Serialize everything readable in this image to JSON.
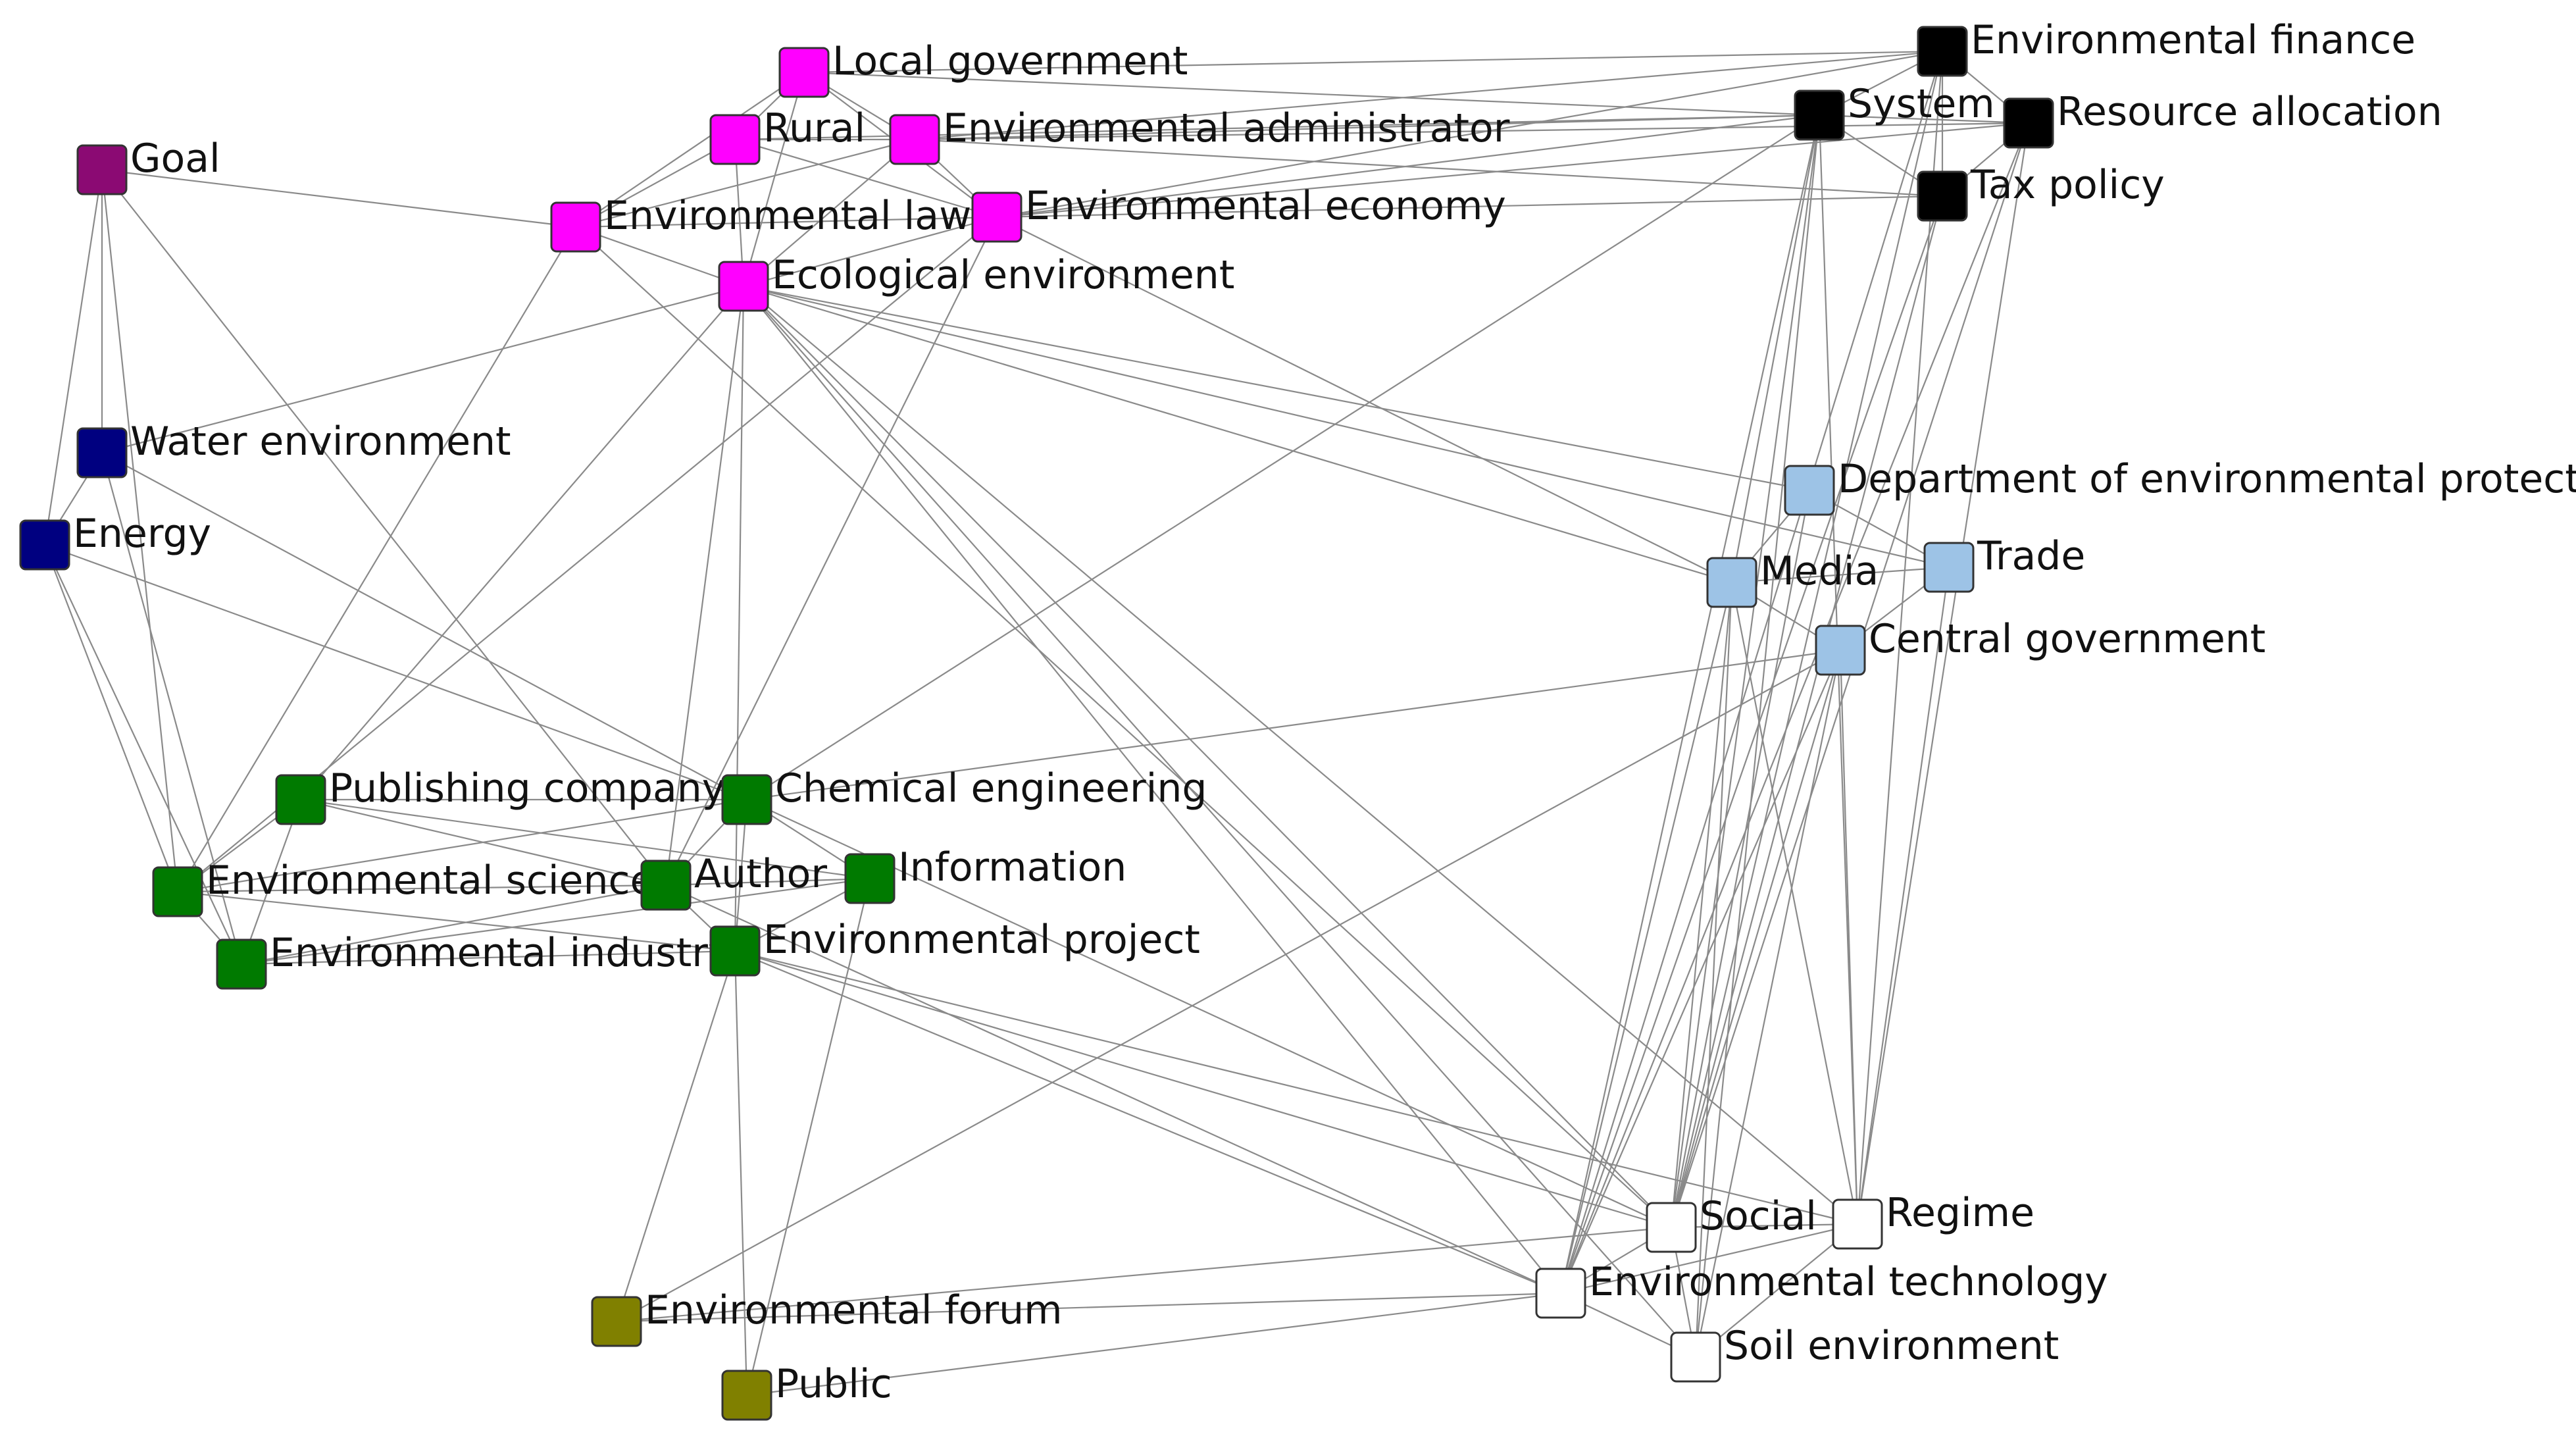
{
  "colors": {
    "magenta": "#ff00ff",
    "black": "#000000",
    "purple": "#8b0a73",
    "navy": "#000080",
    "green": "#007a00",
    "olive": "#808000",
    "lightblue": "#9dc3e6",
    "white": "#ffffff",
    "edge": "#8a8a8a"
  },
  "nodes": [
    {
      "id": "local-government",
      "label": "Local government",
      "group": "magenta"
    },
    {
      "id": "rural",
      "label": "Rural",
      "group": "magenta"
    },
    {
      "id": "environmental-administrator",
      "label": "Environmental administrator",
      "group": "magenta"
    },
    {
      "id": "environmental-law",
      "label": "Environmental law",
      "group": "magenta"
    },
    {
      "id": "environmental-economy",
      "label": "Environmental economy",
      "group": "magenta"
    },
    {
      "id": "ecological-environment",
      "label": "Ecological environment",
      "group": "magenta"
    },
    {
      "id": "goal",
      "label": "Goal",
      "group": "purple"
    },
    {
      "id": "water-environment",
      "label": "Water environment",
      "group": "navy"
    },
    {
      "id": "energy",
      "label": "Energy",
      "group": "navy"
    },
    {
      "id": "environmental-finance",
      "label": "Environmental finance",
      "group": "black"
    },
    {
      "id": "system",
      "label": "System",
      "group": "black"
    },
    {
      "id": "resource-allocation",
      "label": "Resource allocation",
      "group": "black"
    },
    {
      "id": "tax-policy",
      "label": "Tax policy",
      "group": "black"
    },
    {
      "id": "department-of-environmental-protection",
      "label": "Department of environmental protection",
      "group": "lightblue"
    },
    {
      "id": "media",
      "label": "Media",
      "group": "lightblue"
    },
    {
      "id": "trade",
      "label": "Trade",
      "group": "lightblue"
    },
    {
      "id": "central-government",
      "label": "Central government",
      "group": "lightblue"
    },
    {
      "id": "publishing-company",
      "label": "Publishing company",
      "group": "green"
    },
    {
      "id": "chemical-engineering",
      "label": "Chemical engineering",
      "group": "green"
    },
    {
      "id": "environmental-science",
      "label": "Environmental science",
      "group": "green"
    },
    {
      "id": "author",
      "label": "Author",
      "group": "green"
    },
    {
      "id": "information",
      "label": "Information",
      "group": "green"
    },
    {
      "id": "environmental-industry",
      "label": "Environmental industry",
      "group": "green"
    },
    {
      "id": "environmental-project",
      "label": "Environmental project",
      "group": "green"
    },
    {
      "id": "environmental-forum",
      "label": "Environmental forum",
      "group": "olive"
    },
    {
      "id": "public",
      "label": "Public",
      "group": "olive"
    },
    {
      "id": "social",
      "label": "Social",
      "group": "white"
    },
    {
      "id": "regime",
      "label": "Regime",
      "group": "white"
    },
    {
      "id": "environmental-technology",
      "label": "Environmental technology",
      "group": "white"
    },
    {
      "id": "soil-environment",
      "label": "Soil environment",
      "group": "white"
    }
  ],
  "edges": [
    [
      "local-government",
      "environmental-finance"
    ],
    [
      "local-government",
      "system"
    ],
    [
      "local-government",
      "rural"
    ],
    [
      "local-government",
      "environmental-administrator"
    ],
    [
      "local-government",
      "environmental-law"
    ],
    [
      "local-government",
      "environmental-economy"
    ],
    [
      "local-government",
      "ecological-environment"
    ],
    [
      "rural",
      "environmental-administrator"
    ],
    [
      "rural",
      "environmental-law"
    ],
    [
      "rural",
      "environmental-economy"
    ],
    [
      "rural",
      "ecological-environment"
    ],
    [
      "rural",
      "system"
    ],
    [
      "environmental-administrator",
      "environmental-finance"
    ],
    [
      "environmental-administrator",
      "system"
    ],
    [
      "environmental-administrator",
      "resource-allocation"
    ],
    [
      "environmental-administrator",
      "tax-policy"
    ],
    [
      "environmental-administrator",
      "environmental-law"
    ],
    [
      "environmental-administrator",
      "environmental-economy"
    ],
    [
      "environmental-administrator",
      "ecological-environment"
    ],
    [
      "environmental-economy",
      "environmental-finance"
    ],
    [
      "environmental-economy",
      "system"
    ],
    [
      "environmental-economy",
      "resource-allocation"
    ],
    [
      "environmental-economy",
      "tax-policy"
    ],
    [
      "environmental-economy",
      "environmental-law"
    ],
    [
      "environmental-economy",
      "ecological-environment"
    ],
    [
      "environmental-economy",
      "environmental-science"
    ],
    [
      "environmental-economy",
      "author"
    ],
    [
      "environmental-law",
      "goal"
    ],
    [
      "environmental-law",
      "ecological-environment"
    ],
    [
      "environmental-law",
      "environmental-science"
    ],
    [
      "environmental-law",
      "social"
    ],
    [
      "ecological-environment",
      "water-environment"
    ],
    [
      "ecological-environment",
      "media"
    ],
    [
      "ecological-environment",
      "trade"
    ],
    [
      "ecological-environment",
      "department-of-environmental-protection"
    ],
    [
      "ecological-environment",
      "environmental-project"
    ],
    [
      "ecological-environment",
      "author"
    ],
    [
      "ecological-environment",
      "social"
    ],
    [
      "ecological-environment",
      "regime"
    ],
    [
      "ecological-environment",
      "environmental-technology"
    ],
    [
      "ecological-environment",
      "soil-environment"
    ],
    [
      "ecological-environment",
      "publishing-company"
    ],
    [
      "goal",
      "water-environment"
    ],
    [
      "goal",
      "energy"
    ],
    [
      "goal",
      "environmental-science"
    ],
    [
      "goal",
      "author"
    ],
    [
      "water-environment",
      "energy"
    ],
    [
      "water-environment",
      "environmental-industry"
    ],
    [
      "water-environment",
      "chemical-engineering"
    ],
    [
      "energy",
      "environmental-science"
    ],
    [
      "energy",
      "environmental-industry"
    ],
    [
      "energy",
      "chemical-engineering"
    ],
    [
      "environmental-finance",
      "system"
    ],
    [
      "environmental-finance",
      "resource-allocation"
    ],
    [
      "environmental-finance",
      "tax-policy"
    ],
    [
      "environmental-finance",
      "social"
    ],
    [
      "environmental-finance",
      "regime"
    ],
    [
      "environmental-finance",
      "environmental-technology"
    ],
    [
      "system",
      "resource-allocation"
    ],
    [
      "system",
      "tax-policy"
    ],
    [
      "system",
      "media"
    ],
    [
      "system",
      "social"
    ],
    [
      "system",
      "regime"
    ],
    [
      "system",
      "environmental-technology"
    ],
    [
      "system",
      "soil-environment"
    ],
    [
      "system",
      "chemical-engineering"
    ],
    [
      "resource-allocation",
      "tax-policy"
    ],
    [
      "resource-allocation",
      "social"
    ],
    [
      "resource-allocation",
      "regime"
    ],
    [
      "resource-allocation",
      "environmental-technology"
    ],
    [
      "tax-policy",
      "social"
    ],
    [
      "tax-policy",
      "environmental-technology"
    ],
    [
      "department-of-environmental-protection",
      "media"
    ],
    [
      "department-of-environmental-protection",
      "trade"
    ],
    [
      "department-of-environmental-protection",
      "social"
    ],
    [
      "media",
      "trade"
    ],
    [
      "media",
      "central-government"
    ],
    [
      "media",
      "social"
    ],
    [
      "media",
      "regime"
    ],
    [
      "media",
      "environmental-technology"
    ],
    [
      "media",
      "soil-environment"
    ],
    [
      "media",
      "environmental-economy"
    ],
    [
      "trade",
      "central-government"
    ],
    [
      "trade",
      "regime"
    ],
    [
      "central-government",
      "social"
    ],
    [
      "central-government",
      "regime"
    ],
    [
      "central-government",
      "environmental-technology"
    ],
    [
      "central-government",
      "soil-environment"
    ],
    [
      "central-government",
      "chemical-engineering"
    ],
    [
      "central-government",
      "environmental-forum"
    ],
    [
      "publishing-company",
      "chemical-engineering"
    ],
    [
      "publishing-company",
      "environmental-science"
    ],
    [
      "publishing-company",
      "author"
    ],
    [
      "publishing-company",
      "information"
    ],
    [
      "publishing-company",
      "environmental-industry"
    ],
    [
      "chemical-engineering",
      "author"
    ],
    [
      "chemical-engineering",
      "information"
    ],
    [
      "chemical-engineering",
      "environmental-project"
    ],
    [
      "chemical-engineering",
      "environmental-science"
    ],
    [
      "chemical-engineering",
      "social"
    ],
    [
      "environmental-science",
      "author"
    ],
    [
      "environmental-science",
      "environmental-industry"
    ],
    [
      "environmental-science",
      "environmental-project"
    ],
    [
      "author",
      "information"
    ],
    [
      "author",
      "environmental-project"
    ],
    [
      "author",
      "environmental-industry"
    ],
    [
      "author",
      "environmental-technology"
    ],
    [
      "information",
      "environmental-project"
    ],
    [
      "information",
      "environmental-industry"
    ],
    [
      "environmental-project",
      "environmental-industry"
    ],
    [
      "environmental-project",
      "environmental-forum"
    ],
    [
      "environmental-project",
      "public"
    ],
    [
      "environmental-project",
      "regime"
    ],
    [
      "environmental-project",
      "environmental-technology"
    ],
    [
      "environmental-project",
      "social"
    ],
    [
      "environmental-forum",
      "environmental-technology"
    ],
    [
      "environmental-forum",
      "social"
    ],
    [
      "public",
      "environmental-technology"
    ],
    [
      "public",
      "information"
    ],
    [
      "social",
      "regime"
    ],
    [
      "social",
      "environmental-technology"
    ],
    [
      "social",
      "soil-environment"
    ],
    [
      "regime",
      "environmental-technology"
    ],
    [
      "regime",
      "soil-environment"
    ],
    [
      "environmental-technology",
      "soil-environment"
    ]
  ]
}
